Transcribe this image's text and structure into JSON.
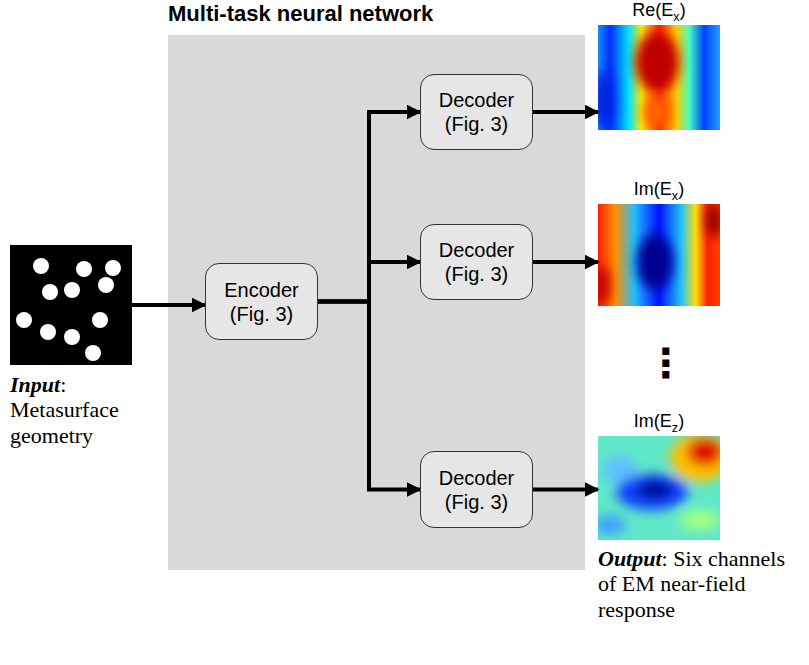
{
  "diagram": {
    "nodes": [
      {
        "text": [
          "Multi-task neural network"
        ]
      },
      {
        "text": [
          "Encoder (Fig. 3)"
        ],
        "in": 0
      },
      {
        "text": [
          "Decoder (Fig. 3)"
        ],
        "in": 0
      },
      {
        "text": [
          "Decoder (Fig. 3)"
        ],
        "in": 0
      },
      {
        "text": [
          "Decoder (Fig. 3)"
        ],
        "in": 0
      },
      {
        "text": [
          "Input: Metasurface geometry"
        ]
      },
      {
        "text": [
          "Re(Ex)"
        ]
      },
      {
        "text": [
          "Im(Ex)"
        ]
      },
      {
        "text": [
          "Im(Ez)"
        ]
      }
    ],
    "edges": [
      {
        "from": 5,
        "to": 1,
        "arrow": "to"
      },
      {
        "from": 1,
        "to": 2,
        "arrow": "to"
      },
      {
        "from": 1,
        "to": 3,
        "arrow": "to"
      },
      {
        "from": 1,
        "to": 4,
        "arrow": "to"
      },
      {
        "from": 2,
        "to": 6,
        "arrow": "to"
      },
      {
        "from": 3,
        "to": 7,
        "arrow": "to"
      },
      {
        "from": 4,
        "to": 8,
        "arrow": "to"
      }
    ],
    "labels": [
      "⋮",
      "Output: Six channels of EM near-field response"
    ]
  }
}
